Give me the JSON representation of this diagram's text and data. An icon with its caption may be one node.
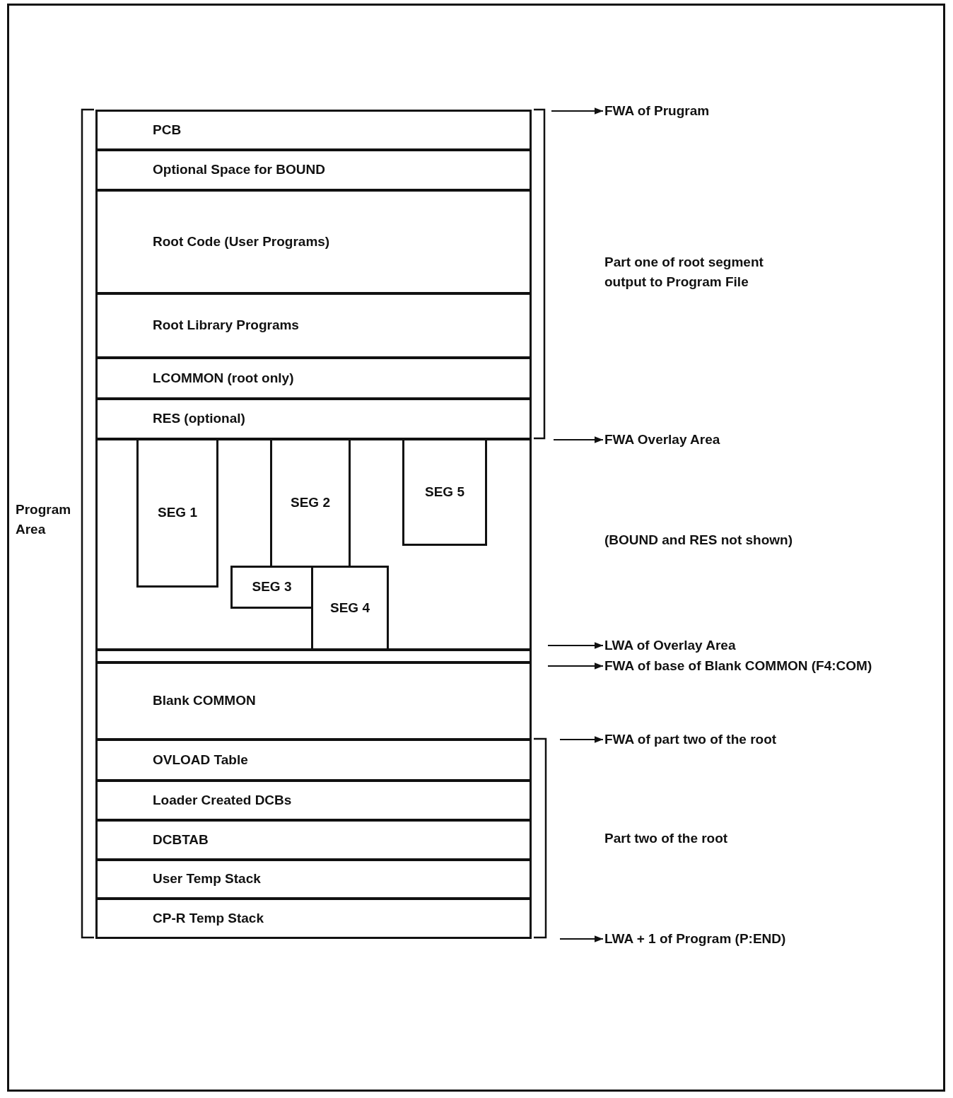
{
  "diagram": {
    "nodes": [
      {
        "text": [
          "PCB"
        ]
      },
      {
        "text": [
          "Optional Space for BOUND"
        ]
      },
      {
        "text": [
          "Root Code (User Programs)"
        ]
      },
      {
        "text": [
          "Root Library Programs"
        ]
      },
      {
        "text": [
          "LCOMMON (root only)"
        ]
      },
      {
        "text": [
          "RES (optional)"
        ]
      },
      {
        "text": [],
        "shape": "box"
      },
      {
        "text": [
          "SEG 1"
        ],
        "in": 6
      },
      {
        "text": [
          "SEG 2"
        ],
        "in": 6
      },
      {
        "text": [
          "SEG 5"
        ],
        "in": 6
      },
      {
        "text": [
          "SEG 3"
        ],
        "in": 6
      },
      {
        "text": [
          "SEG 4"
        ],
        "in": 6
      },
      {
        "text": [],
        "shape": "box"
      },
      {
        "text": [
          "Blank COMMON"
        ]
      },
      {
        "text": [
          "OVLOAD Table"
        ]
      },
      {
        "text": [
          "Loader Created DCBs"
        ]
      },
      {
        "text": [
          "DCBTAB"
        ]
      },
      {
        "text": [
          "User Temp Stack"
        ]
      },
      {
        "text": [
          "CP-R Temp Stack"
        ]
      },
      {
        "text": [
          "FWA of Prugram"
        ]
      },
      {
        "text": [
          "FWA Overlay Area"
        ]
      },
      {
        "text": [
          "LWA of Overlay Area"
        ]
      },
      {
        "text": [
          "FWA of base of Blank COMMON (F4:COM)"
        ]
      },
      {
        "text": [
          "FWA of part two of the root"
        ]
      },
      {
        "text": [
          "LWA + 1 of Program (P:END)"
        ]
      }
    ],
    "edges": [
      {
        "from": null,
        "to": 19,
        "arrow": "to"
      },
      {
        "from": null,
        "to": 20,
        "arrow": "to"
      },
      {
        "from": null,
        "to": 21,
        "arrow": "to"
      },
      {
        "from": null,
        "to": 22,
        "arrow": "to"
      },
      {
        "from": null,
        "to": 23,
        "arrow": "to"
      },
      {
        "from": null,
        "to": 24,
        "arrow": "to"
      }
    ],
    "labels": [
      "Program Area",
      "Part one of root segment output to Program File",
      "(BOUND and RES not shown)",
      "Part two of the root"
    ]
  }
}
